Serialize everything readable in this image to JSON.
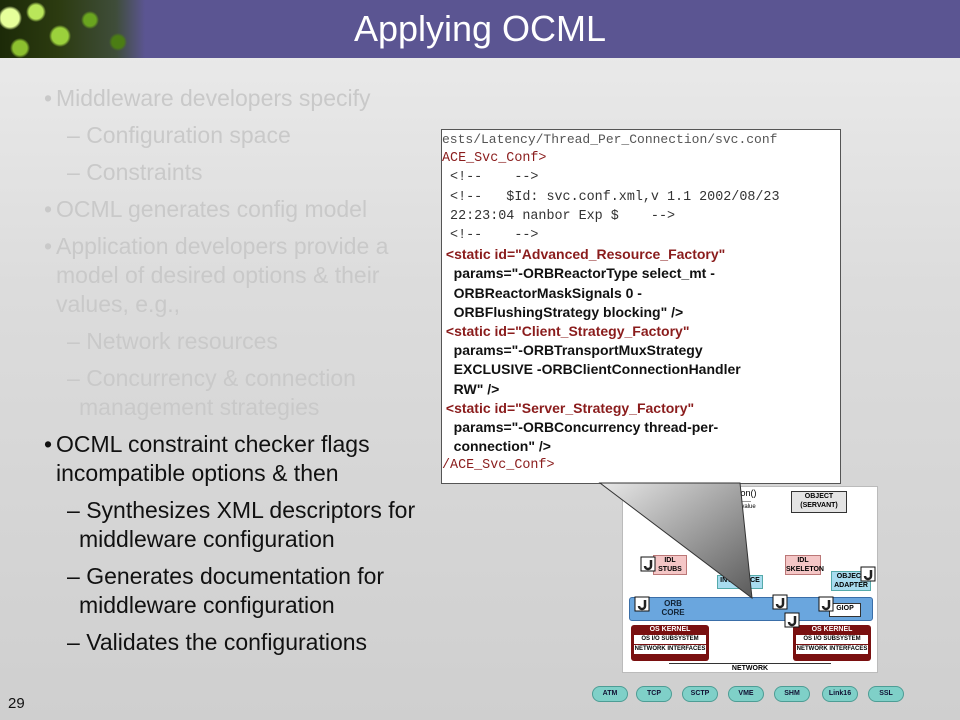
{
  "slide": {
    "title": "Applying OCML",
    "page_number": "29"
  },
  "bullets": {
    "b1": "Middleware developers specify",
    "b1_sub1": "Configuration space",
    "b1_sub2": "Constraints",
    "b2": "OCML generates config model",
    "b3": "Application developers provide a model of desired options & their values, e.g.,",
    "b3_sub1": "Network resources",
    "b3_sub2": "Concurrency & connection management strategies",
    "b4": "OCML constraint checker flags incompatible options & then",
    "b4_sub1": "Synthesizes XML descriptors for middleware configuration",
    "b4_sub2": "Generates documentation for middleware configuration",
    "b4_sub3": "Validates the configurations",
    "bullet_glyph": "•",
    "dash_glyph": "–"
  },
  "code": {
    "lines": [
      "ests/Latency/Thread_Per_Connection/svc.conf",
      "ACE_Svc_Conf>",
      " <!--    -->",
      " <!--   $Id: svc.conf.xml,v 1.1 2002/08/23",
      " 22:23:04 nanbor Exp $    -->",
      " <!--    -->",
      " <static id=\"Advanced_Resource_Factory\"",
      "   params=\"-ORBReactorType select_mt -",
      "   ORBReactorMaskSignals 0 -",
      "   ORBFlushingStrategy blocking\" />",
      " <static id=\"Client_Strategy_Factory\"",
      "   params=\"-ORBTransportMuxStrategy",
      "   EXCLUSIVE -ORBClientConnectionHandler",
      "   RW\" />",
      " <static id=\"Server_Strategy_Factory\"",
      "   params=\"-ORBConcurrency thread-per-",
      "   connection\" />",
      "/ACE_Svc_Conf>"
    ]
  },
  "arch": {
    "object_label": "OBJECT",
    "servant_label": "(SERVANT)",
    "operation_label": "ation()",
    "return_label": "urn value",
    "idl_stubs": "IDL STUBS",
    "idl_skeleton": "IDL SKELETON",
    "interface_label": "INTERFACE",
    "object_adapter": "OBJECT ADAPTER",
    "orb_core": "ORB CORE",
    "giop": "GIOP",
    "os_kernel_left": "OS KERNEL",
    "os_kernel_right": "OS KERNEL",
    "io_subsystem_left": "OS I/O SUBSYSTEM",
    "io_subsystem_right": "OS I/O SUBSYSTEM",
    "net_if_left": "NETWORK INTERFACES",
    "net_if_right": "NETWORK INTERFACES",
    "network": "NETWORK"
  },
  "network_types": [
    "ATM",
    "TCP",
    "SCTP",
    "VME",
    "SHM",
    "Link16",
    "SSL"
  ]
}
